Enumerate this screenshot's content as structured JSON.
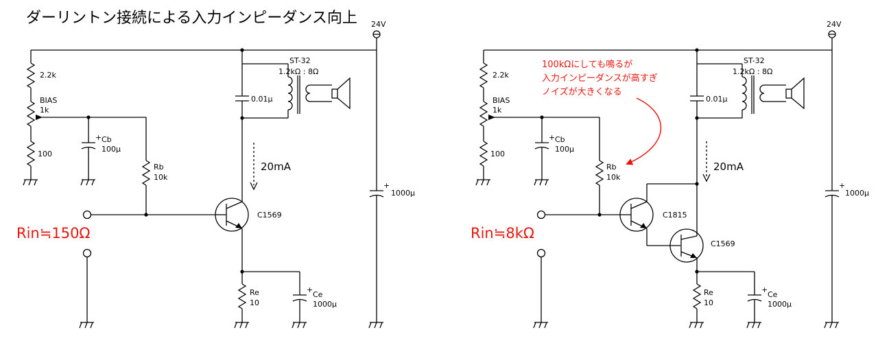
{
  "title": "ダーリントン接続による入力インピーダンス向上",
  "supply_label": "24V",
  "left": {
    "r_top": "2.2k",
    "bias_name": "BIAS",
    "bias_value": "1k",
    "r_bottom": "100",
    "cb_name": "Cb",
    "cb_value": "100μ",
    "rb_name": "Rb",
    "rb_value": "10k",
    "transformer_name": "ST-32",
    "transformer_ratio": "1.2kΩ : 8Ω",
    "cap_value": "0.01μ",
    "current": "20mA",
    "transistor": "C1569",
    "re_name": "Re",
    "re_value": "10",
    "ce_name": "Ce",
    "ce_value": "1000μ",
    "rail_cap_value": "1000μ",
    "rin": "Rin≒150Ω"
  },
  "right": {
    "r_top": "2.2k",
    "bias_name": "BIAS",
    "bias_value": "1k",
    "r_bottom": "100",
    "cb_name": "Cb",
    "cb_value": "100μ",
    "rb_name": "Rb",
    "rb_value": "10k",
    "transformer_name": "ST-32",
    "transformer_ratio": "1.2kΩ : 8Ω",
    "cap_value": "0.01μ",
    "current": "20mA",
    "transistor1": "C1815",
    "transistor2": "C1569",
    "re_name": "Re",
    "re_value": "10",
    "ce_name": "Ce",
    "ce_value": "1000μ",
    "rail_cap_value": "1000μ",
    "rin": "Rin≒8kΩ",
    "note_lines": [
      "100kΩにしても鳴るが",
      "入力インピーダンスが高すぎ",
      "ノイズが大きくなる"
    ]
  },
  "colors": {
    "wire": "#000000",
    "annotation": "#e8150e"
  }
}
